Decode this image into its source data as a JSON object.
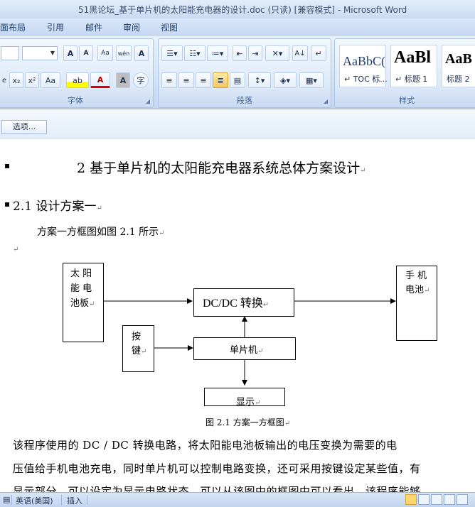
{
  "window": {
    "title": "51黑论坛_基于单片机的太阳能充电器的设计.doc (只读) [兼容模式] - Microsoft Word"
  },
  "menu": {
    "tabs": [
      "面布局",
      "引用",
      "邮件",
      "审阅",
      "视图"
    ]
  },
  "ribbon": {
    "font_group": {
      "label": "字体",
      "grow": "A",
      "shrink": "A",
      "clear": "Aa",
      "phonetic": "wén",
      "border_char": "A",
      "sub": "x₂",
      "sup": "x²",
      "case": "Aa",
      "highlight": "ab",
      "color": "A",
      "shade": "A",
      "enclose": "字"
    },
    "para_group": {
      "label": "段落",
      "sort": "A↓",
      "marks": "↵"
    },
    "style_group": {
      "label": "样式",
      "styles": [
        {
          "sample": "AaBbC(",
          "name": "↵ TOC 标..."
        },
        {
          "sample": "AaBl",
          "name": "↵ 标题 1"
        },
        {
          "sample": "AaB",
          "name": "标题 2"
        }
      ]
    }
  },
  "options": {
    "button": "选项..."
  },
  "document": {
    "heading1": "2  基于单片机的太阳能充电器系统总体方案设计",
    "heading2": "2.1  设计方案一",
    "intro": "方案一方框图如图 2.1 所示",
    "para_mark": "↵",
    "diagram": {
      "solar_panel": [
        "太 阳",
        "能 电",
        "池板"
      ],
      "dcdc": "DC/DC 转换",
      "phone_battery": [
        "手 机",
        "电池"
      ],
      "key": [
        "按",
        "键"
      ],
      "mcu": "单片机",
      "display": "显示"
    },
    "caption": "图 2.1 方案一方框图",
    "body_lines": [
      "    该程序使用的 DC / DC 转换电路，将太阳能电池板输出的电压变换为需要的电",
      "压值给手机电池充电，同时单片机可以控制电路变换，还可采用按键设定某些值，有",
      "显示部分，可以设定为显示电路状态，可以从该图中的框图中可以看出，该程序能够"
    ]
  },
  "status": {
    "language": "英语(美国)",
    "mode": "插入"
  },
  "colors": {
    "accent": "#15315b",
    "ribbon": "#d2e2f6",
    "highlight_active": "#f7c75f"
  }
}
